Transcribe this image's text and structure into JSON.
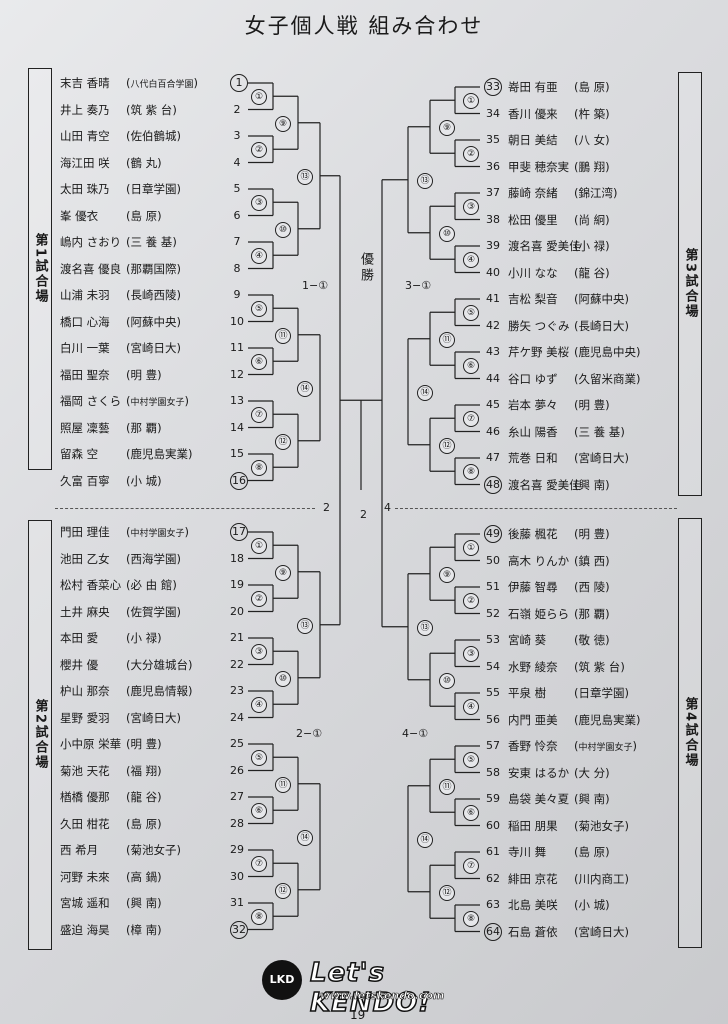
{
  "title": "女子個人戦 組み合わせ",
  "venues": {
    "v1": "第1試合場",
    "v2": "第2試合場",
    "v3": "第3試合場",
    "v4": "第4試合場"
  },
  "champion_label": "優勝",
  "q1": [
    {
      "num": "1",
      "name": "末吉 香晴",
      "school": "八代白百合学園",
      "small": true,
      "circ": true
    },
    {
      "num": "2",
      "name": "井上 奏乃",
      "school": "筑 紫 台"
    },
    {
      "num": "3",
      "name": "山田 青空",
      "school": "佐伯鶴城"
    },
    {
      "num": "4",
      "name": "海江田 咲",
      "school": "鶴 丸"
    },
    {
      "num": "5",
      "name": "太田 珠乃",
      "school": "日章学園"
    },
    {
      "num": "6",
      "name": "峯 優衣",
      "school": "島 原"
    },
    {
      "num": "7",
      "name": "嶋内 さおり",
      "school": "三 養 基"
    },
    {
      "num": "8",
      "name": "渡名喜 優良",
      "school": "那覇国際"
    },
    {
      "num": "9",
      "name": "山浦 未羽",
      "school": "長崎西陵"
    },
    {
      "num": "10",
      "name": "橋口 心海",
      "school": "阿蘇中央"
    },
    {
      "num": "11",
      "name": "白川 一葉",
      "school": "宮崎日大"
    },
    {
      "num": "12",
      "name": "福田 聖奈",
      "school": "明 豊"
    },
    {
      "num": "13",
      "name": "福岡 さくら",
      "school": "中村学園女子",
      "small": true
    },
    {
      "num": "14",
      "name": "照屋 凜藝",
      "school": "那 覇"
    },
    {
      "num": "15",
      "name": "留森 空",
      "school": "鹿児島実業"
    },
    {
      "num": "16",
      "name": "久富 百寧",
      "school": "小 城",
      "circ": true
    }
  ],
  "q2": [
    {
      "num": "17",
      "name": "門田 理佳",
      "school": "中村学園女子",
      "small": true,
      "circ": true
    },
    {
      "num": "18",
      "name": "池田 乙女",
      "school": "西海学園"
    },
    {
      "num": "19",
      "name": "松村 香菜心",
      "school": "必 由 館"
    },
    {
      "num": "20",
      "name": "土井 麻央",
      "school": "佐賀学園"
    },
    {
      "num": "21",
      "name": "本田 愛",
      "school": "小 禄"
    },
    {
      "num": "22",
      "name": "櫻井 優",
      "school": "大分雄城台"
    },
    {
      "num": "23",
      "name": "枦山 那奈",
      "school": "鹿児島情報"
    },
    {
      "num": "24",
      "name": "星野 愛羽",
      "school": "宮崎日大"
    },
    {
      "num": "25",
      "name": "小中原 栄華",
      "school": "明 豊"
    },
    {
      "num": "26",
      "name": "菊池 天花",
      "school": "福 翔"
    },
    {
      "num": "27",
      "name": "楢橋 優那",
      "school": "龍 谷"
    },
    {
      "num": "28",
      "name": "久田 柑花",
      "school": "島 原"
    },
    {
      "num": "29",
      "name": "西 希月",
      "school": "菊池女子"
    },
    {
      "num": "30",
      "name": "河野 未來",
      "school": "高 鍋"
    },
    {
      "num": "31",
      "name": "宮城 遥和",
      "school": "興 南"
    },
    {
      "num": "32",
      "name": "盛迫 海昊",
      "school": "樟 南",
      "circ": true
    }
  ],
  "q3": [
    {
      "num": "33",
      "name": "嵜田 有亜",
      "school": "島 原",
      "circ": true
    },
    {
      "num": "34",
      "name": "香川 優来",
      "school": "杵 築"
    },
    {
      "num": "35",
      "name": "朝日 美結",
      "school": "八 女"
    },
    {
      "num": "36",
      "name": "甲斐 穂奈実",
      "school": "鵬 翔"
    },
    {
      "num": "37",
      "name": "藤崎 奈緒",
      "school": "錦江湾"
    },
    {
      "num": "38",
      "name": "松田 優里",
      "school": "尚 絅"
    },
    {
      "num": "39",
      "name": "渡名喜 愛美佳",
      "school": "小 禄"
    },
    {
      "num": "40",
      "name": "小川 なな",
      "school": "龍 谷"
    },
    {
      "num": "41",
      "name": "吉松 梨音",
      "school": "阿蘇中央"
    },
    {
      "num": "42",
      "name": "勝矢 つぐみ",
      "school": "長崎日大"
    },
    {
      "num": "43",
      "name": "芹ケ野 美桜",
      "school": "鹿児島中央"
    },
    {
      "num": "44",
      "name": "谷口 ゆず",
      "school": "久留米商業"
    },
    {
      "num": "45",
      "name": "岩本 夢々",
      "school": "明 豊"
    },
    {
      "num": "46",
      "name": "糸山 陽香",
      "school": "三 養 基"
    },
    {
      "num": "47",
      "name": "荒巻 日和",
      "school": "宮崎日大"
    },
    {
      "num": "48",
      "name": "渡名喜 愛美佳",
      "school": "興 南",
      "circ": true
    }
  ],
  "q4": [
    {
      "num": "49",
      "name": "後藤 楓花",
      "school": "明 豊",
      "circ": true
    },
    {
      "num": "50",
      "name": "高木 りんか",
      "school": "鎮 西"
    },
    {
      "num": "51",
      "name": "伊藤 智尋",
      "school": "西 陵"
    },
    {
      "num": "52",
      "name": "石嶺 姫らら",
      "school": "那 覇"
    },
    {
      "num": "53",
      "name": "宮崎 葵",
      "school": "敬 徳"
    },
    {
      "num": "54",
      "name": "水野 綾奈",
      "school": "筑 紫 台"
    },
    {
      "num": "55",
      "name": "平泉 樹",
      "school": "日章学園"
    },
    {
      "num": "56",
      "name": "内門 亜美",
      "school": "鹿児島実業"
    },
    {
      "num": "57",
      "name": "香野 怜奈",
      "school": "中村学園女子",
      "small": true
    },
    {
      "num": "58",
      "name": "安東 はるか",
      "school": "大 分"
    },
    {
      "num": "59",
      "name": "島袋 美々夏",
      "school": "興 南"
    },
    {
      "num": "60",
      "name": "稲田 朋果",
      "school": "菊池女子"
    },
    {
      "num": "61",
      "name": "寺川 舞",
      "school": "島 原"
    },
    {
      "num": "62",
      "name": "緋田 京花",
      "school": "川内商工"
    },
    {
      "num": "63",
      "name": "北島 美咲",
      "school": "小 城"
    },
    {
      "num": "64",
      "name": "石島 蒼依",
      "school": "宮崎日大",
      "circ": true
    }
  ],
  "match_nums": {
    "r1": [
      "①",
      "②",
      "③",
      "④",
      "⑤",
      "⑥",
      "⑦",
      "⑧"
    ],
    "r2": [
      "⑨",
      "⑩",
      "⑪",
      "⑫"
    ],
    "r3": [
      "⑬",
      "⑭"
    ]
  },
  "semi_labels": {
    "s1": "1−①",
    "s2": "2−①",
    "s3": "3−①",
    "s4": "4−①"
  },
  "final_labels": {
    "a": "2",
    "b": "2",
    "c": "4"
  },
  "logo": {
    "badge": "LKD",
    "text": "Let's KENDO!",
    "url": "www.letskendo.com"
  },
  "page_number": "19"
}
